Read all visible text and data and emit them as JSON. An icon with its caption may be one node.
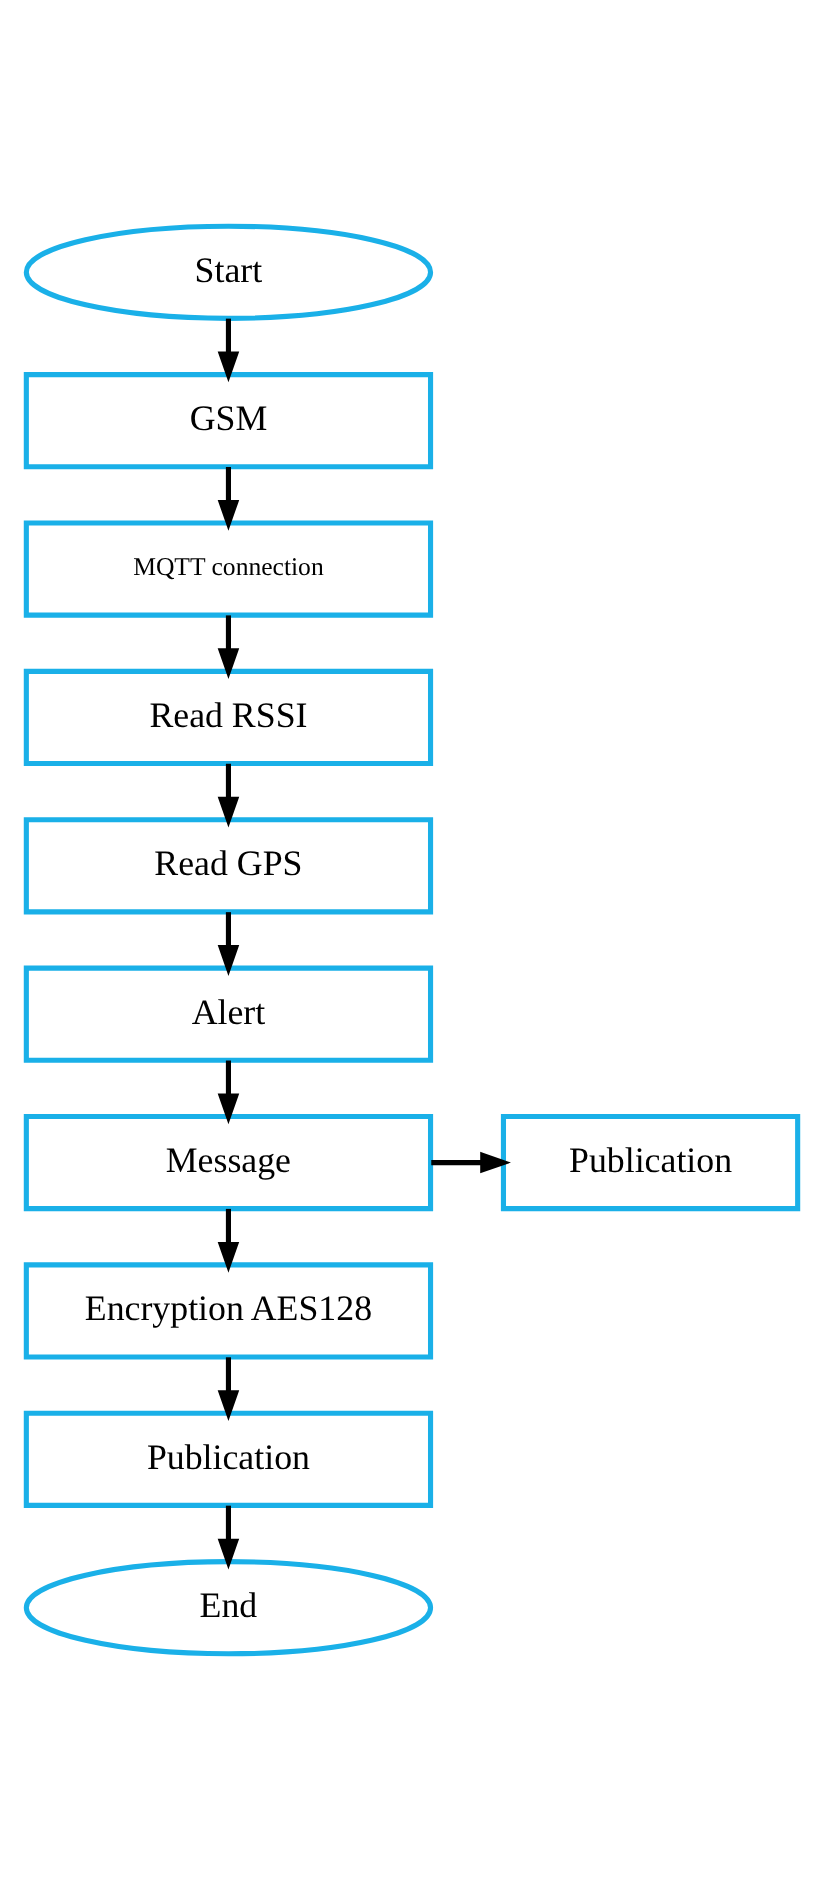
{
  "diagram": {
    "nodes": [
      {
        "text": [
          "Start"
        ]
      },
      {
        "text": [
          "GSM"
        ]
      },
      {
        "text": [
          "MQTT connection"
        ]
      },
      {
        "text": [
          "Read RSSI"
        ]
      },
      {
        "text": [
          "Read GPS"
        ]
      },
      {
        "text": [
          "Alert"
        ]
      },
      {
        "text": [
          "Message"
        ]
      },
      {
        "text": [
          "Publication"
        ]
      },
      {
        "text": [
          "Encryption AES128"
        ]
      },
      {
        "text": [
          "Publication"
        ]
      },
      {
        "text": [
          "End"
        ]
      }
    ],
    "edges": [
      {
        "from": 0,
        "to": 1,
        "arrow": "to"
      },
      {
        "from": 1,
        "to": 2,
        "arrow": "to"
      },
      {
        "from": 2,
        "to": 3,
        "arrow": "to"
      },
      {
        "from": 3,
        "to": 4,
        "arrow": "to"
      },
      {
        "from": 4,
        "to": 5,
        "arrow": "to"
      },
      {
        "from": 5,
        "to": 6,
        "arrow": "to"
      },
      {
        "from": 6,
        "to": 7,
        "arrow": "to"
      },
      {
        "from": 6,
        "to": 8,
        "arrow": "to"
      },
      {
        "from": 8,
        "to": 9,
        "arrow": "to"
      },
      {
        "from": 9,
        "to": 10,
        "arrow": "to"
      }
    ]
  }
}
